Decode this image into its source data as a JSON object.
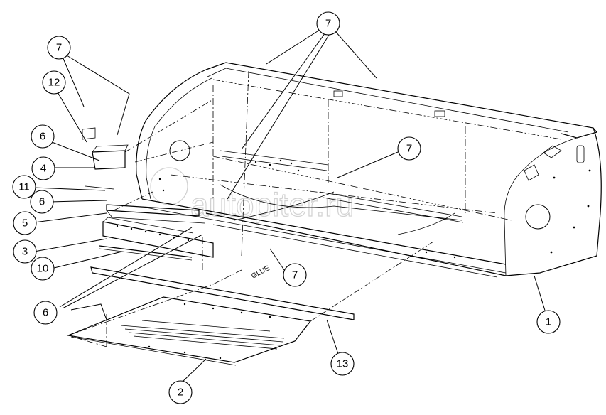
{
  "diagram": {
    "callouts": [
      {
        "id": "c7-top",
        "label": "7"
      },
      {
        "id": "c7-left",
        "label": "7"
      },
      {
        "id": "c12",
        "label": "12"
      },
      {
        "id": "c6-a",
        "label": "6"
      },
      {
        "id": "c4",
        "label": "4"
      },
      {
        "id": "c11",
        "label": "11"
      },
      {
        "id": "c6-b",
        "label": "6"
      },
      {
        "id": "c5",
        "label": "5"
      },
      {
        "id": "c3",
        "label": "3"
      },
      {
        "id": "c10",
        "label": "10"
      },
      {
        "id": "c6-c",
        "label": "6"
      },
      {
        "id": "c7-right",
        "label": "7"
      },
      {
        "id": "c7-bottom",
        "label": "7"
      },
      {
        "id": "c1",
        "label": "1"
      },
      {
        "id": "c13",
        "label": "13"
      },
      {
        "id": "c2",
        "label": "2"
      }
    ],
    "notes": {
      "glue": "GLUE"
    },
    "watermark": "autopiter.ru"
  }
}
